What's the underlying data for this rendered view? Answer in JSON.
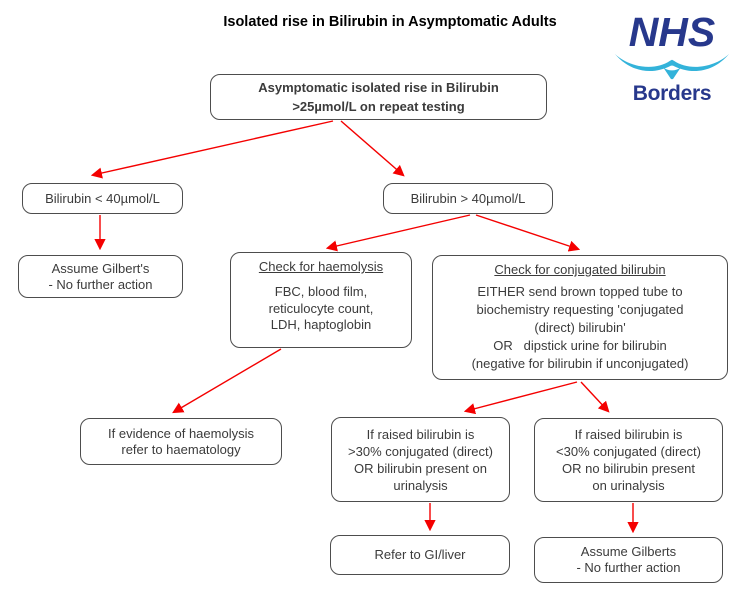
{
  "title": "Isolated rise in Bilirubin in Asymptomatic Adults",
  "logo": {
    "org": "NHS",
    "region": "Borders"
  },
  "colors": {
    "arrow": "#f40000",
    "border": "#4d4d4d",
    "ink": "#3b3b3b",
    "navy": "#27388c",
    "cyan": "#33b3da"
  },
  "flowchart": {
    "root": {
      "text": "Asymptomatic isolated rise in Bilirubin\n>25µmol/L on repeat testing"
    },
    "low": {
      "label": "Bilirubin < 40µmol/L"
    },
    "high": {
      "label": "Bilirubin > 40µmol/L"
    },
    "gilberts": {
      "text": "Assume Gilbert's\n- No further action"
    },
    "haemolysis": {
      "heading": "Check for haemolysis",
      "body": "FBC, blood film,\nreticulocyte count,\nLDH, haptoglobin"
    },
    "conjugated": {
      "heading": "Check for conjugated bilirubin",
      "body": "EITHER send brown topped tube to\nbiochemistry requesting 'conjugated\n(direct) bilirubin'\nOR   dipstick urine for bilirubin\n(negative for bilirubin if unconjugated)"
    },
    "evidence": {
      "text": "If evidence of haemolysis\nrefer to haematology"
    },
    "gt30": {
      "text": "If raised bilirubin is\n>30% conjugated (direct)\nOR bilirubin present on\nurinalysis"
    },
    "lt30": {
      "text": "If raised bilirubin is\n<30% conjugated (direct)\nOR no bilirubin present\non urinalysis"
    },
    "refer_gi": {
      "text": "Refer to GI/liver"
    },
    "gilberts2": {
      "text": "Assume Gilberts\n- No further action"
    }
  }
}
